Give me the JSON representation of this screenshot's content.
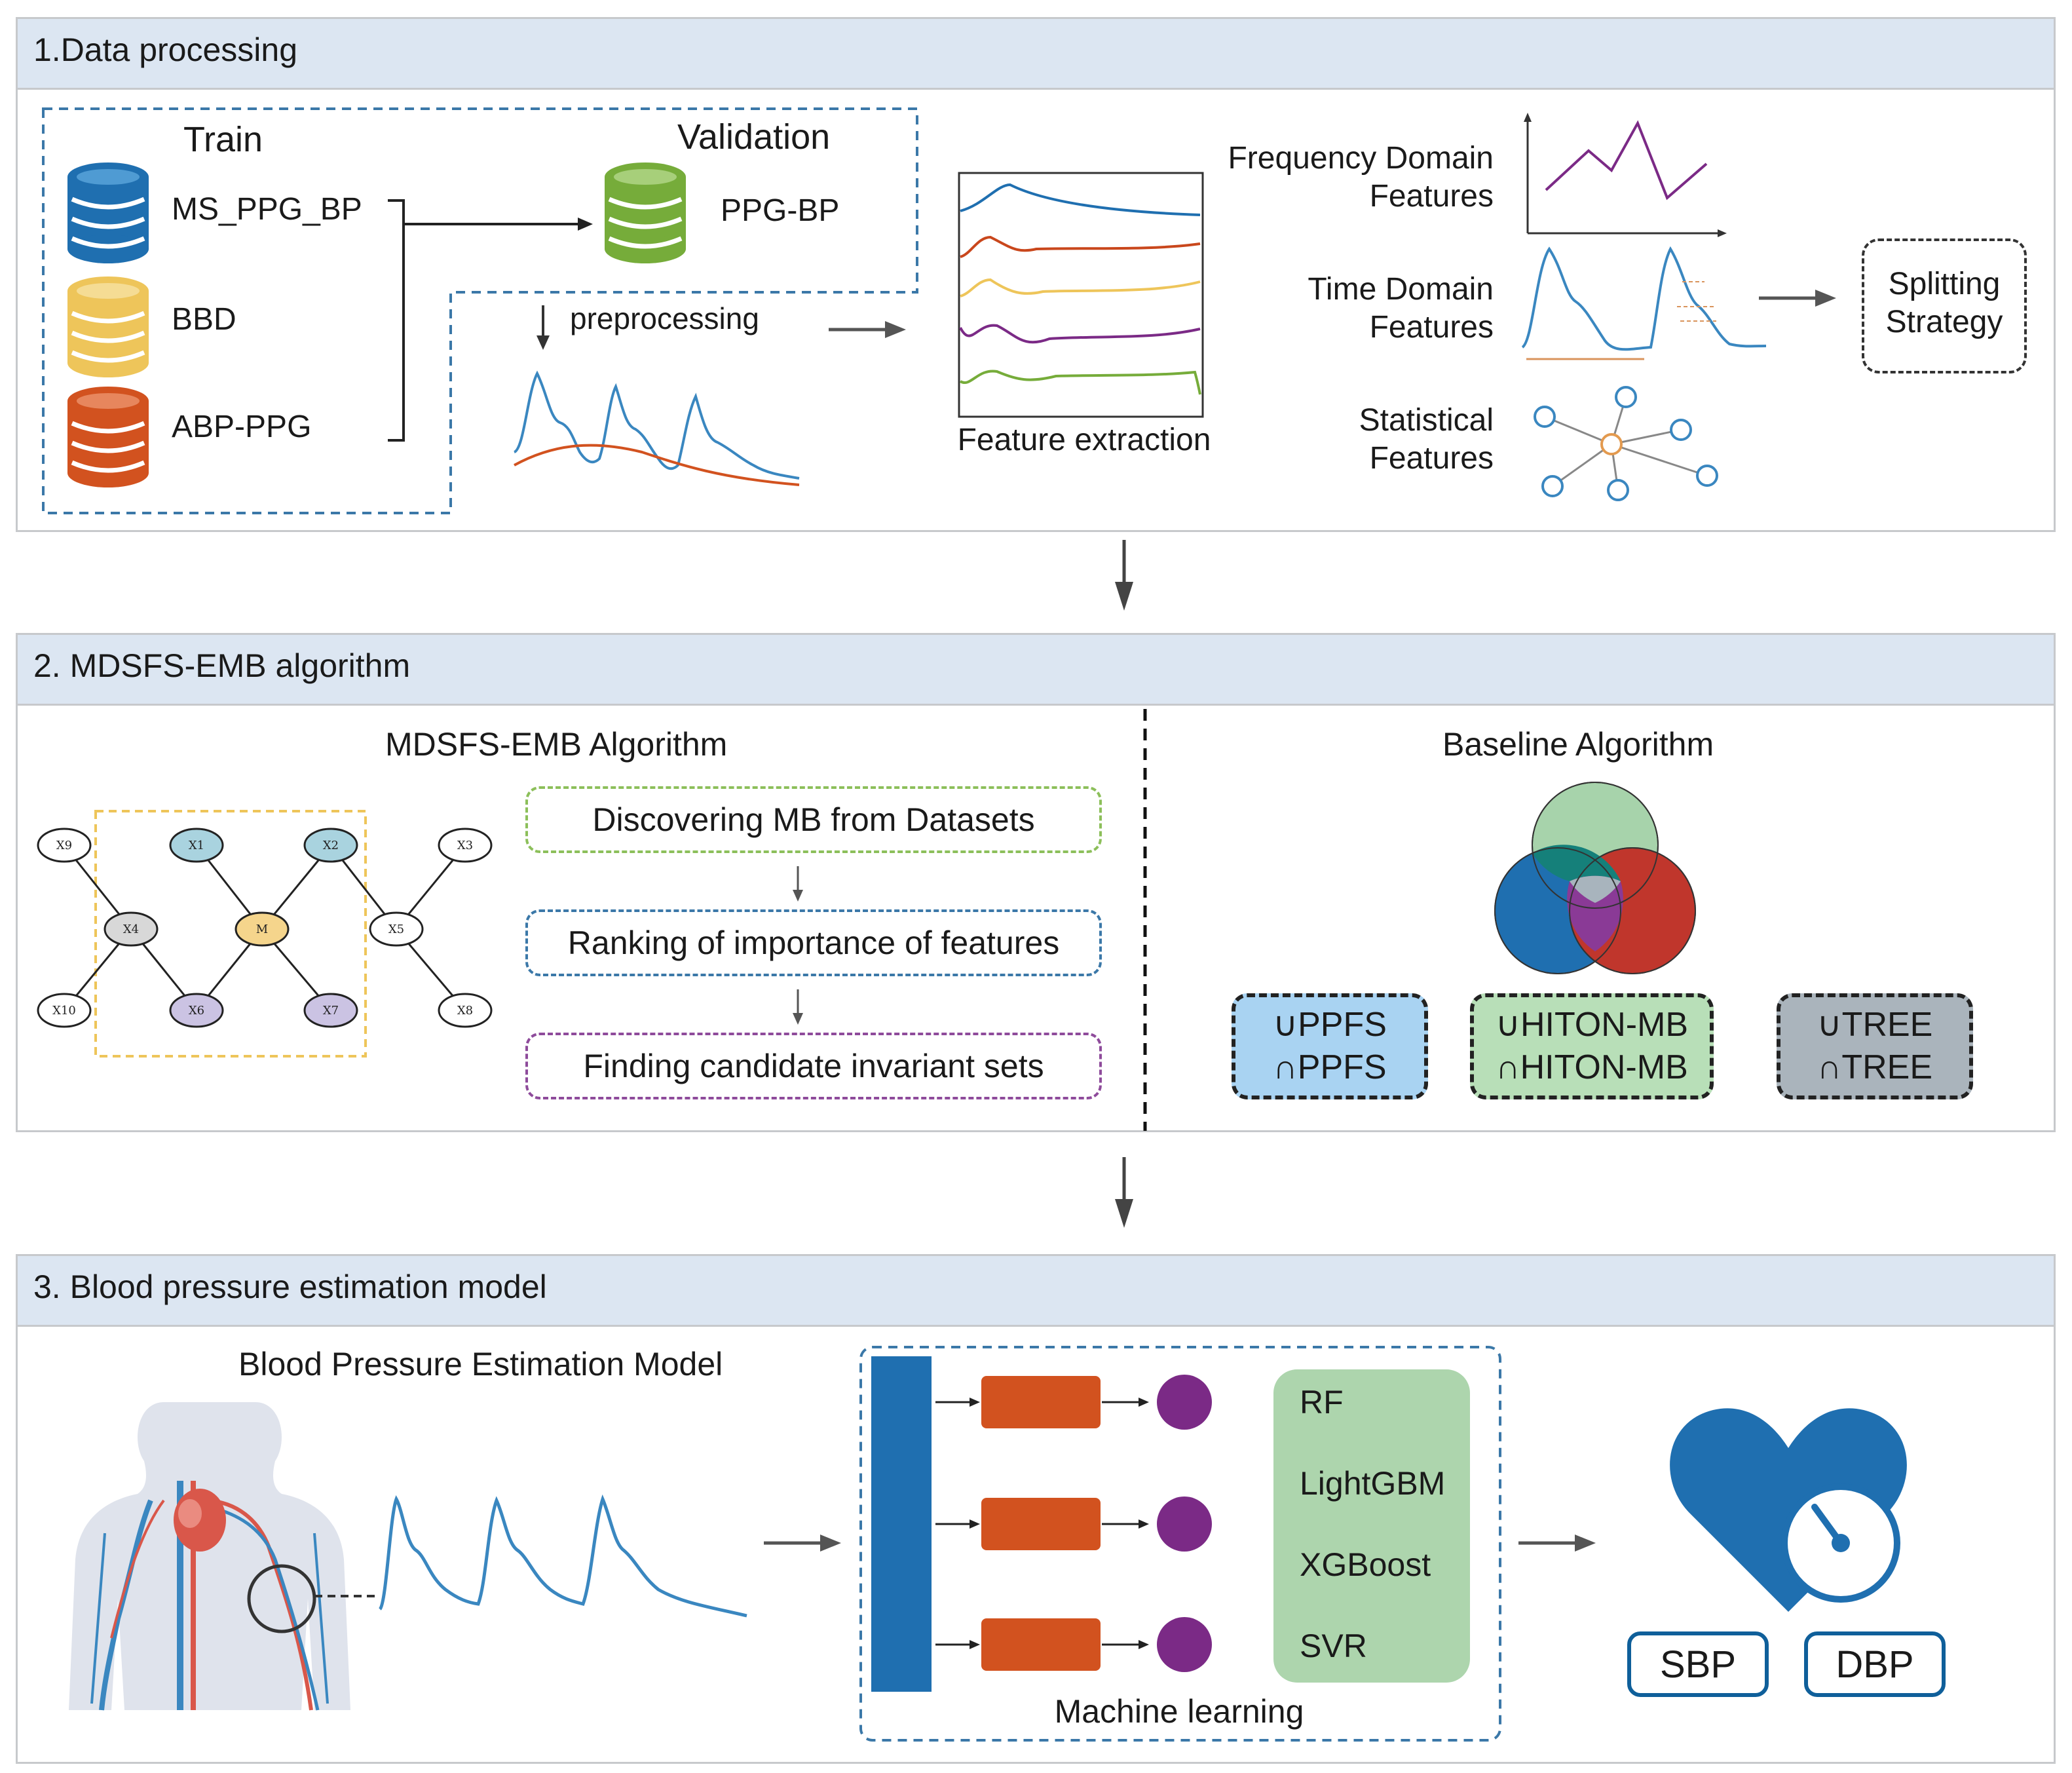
{
  "section1": {
    "title": "1.Data processing",
    "train_label": "Train",
    "validation_label": "Validation",
    "datasets": [
      "MS_PPG_BP",
      "BBD",
      "ABP-PPG"
    ],
    "validation_dataset": "PPG-BP",
    "preprocessing_label": "preprocessing",
    "feature_extraction_label": "Feature extraction",
    "features": {
      "frequency": [
        "Frequency Domain",
        "Features"
      ],
      "time": [
        "Time Domain",
        "Features"
      ],
      "statistical": [
        "Statistical",
        "Features"
      ]
    },
    "splitting": [
      "Splitting",
      "Strategy"
    ]
  },
  "section2": {
    "title": "2. MDSFS-EMB algorithm",
    "left_heading": "MDSFS-EMB Algorithm",
    "steps": [
      "Discovering MB from Datasets",
      "Ranking of importance of features",
      "Finding candidate invariant sets"
    ],
    "nodes": [
      "X9",
      "X1",
      "X2",
      "X3",
      "X4",
      "M",
      "X5",
      "X10",
      "X6",
      "X7",
      "X8"
    ],
    "right_heading": "Baseline Algorithm",
    "baselines": [
      {
        "union": "∪PPFS",
        "intersection": "∩PPFS",
        "color": "#a9d3f2"
      },
      {
        "union": "∪HITON-MB",
        "intersection": "∩HITON-MB",
        "color": "#b8dfb8"
      },
      {
        "union": "∪TREE",
        "intersection": "∩TREE",
        "color": "#aab4bc"
      }
    ]
  },
  "section3": {
    "title": "3. Blood pressure estimation model",
    "heading": "Blood Pressure Estimation Model",
    "models": [
      "RF",
      "LightGBM",
      "XGBoost",
      "SVR"
    ],
    "ml_label": "Machine learning",
    "outputs": [
      "SBP",
      "DBP"
    ]
  },
  "colors": {
    "header_bg": "#dce6f2",
    "blue": "#1f6fb0",
    "yellow": "#eec55a",
    "orange": "#d2521f",
    "green": "#76ac3a",
    "purple": "#7b2a86",
    "ml_green": "#add5ad"
  }
}
